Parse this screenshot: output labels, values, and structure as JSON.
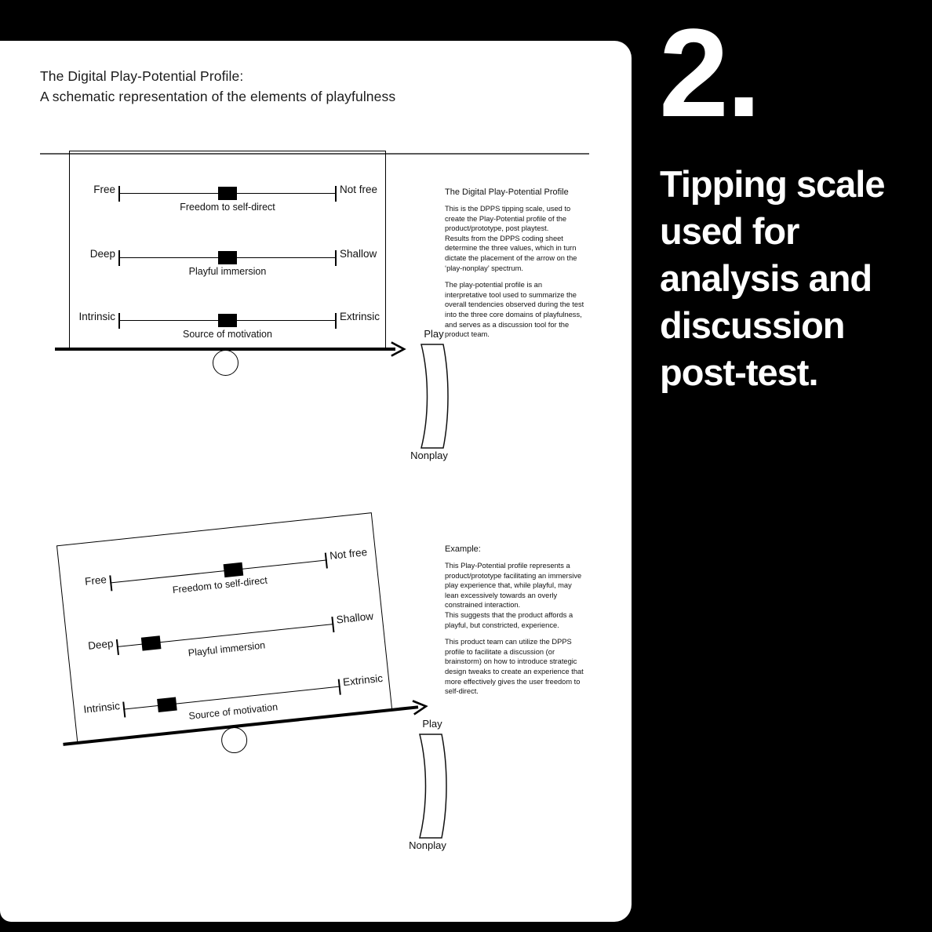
{
  "slide": {
    "header_line1": "The Digital Play-Potential Profile:",
    "header_line2": "A schematic representation of the elements of playfulness"
  },
  "right_panel": {
    "number": "2.",
    "title": "Tipping scale used for analysis and discussion post-test."
  },
  "scale_common": {
    "axes": [
      {
        "left_label": "Free",
        "right_label": "Not free",
        "name": "Freedom to self-direct"
      },
      {
        "left_label": "Deep",
        "right_label": "Shallow",
        "name": "Playful immersion"
      },
      {
        "left_label": "Intrinsic",
        "right_label": "Extrinsic",
        "name": "Source of motivation"
      }
    ],
    "arc_top_label": "Play",
    "arc_bottom_label": "Nonplay"
  },
  "figure_one": {
    "tilt_degrees": 0,
    "marker_positions_percent": [
      50,
      50,
      50
    ]
  },
  "figure_two": {
    "tilt_degrees": -6,
    "marker_positions_percent": [
      57,
      16,
      20
    ]
  },
  "description_one": {
    "title": "The Digital Play-Potential Profile",
    "paragraphs": [
      "This is the DPPS tipping scale, used to create the Play-Potential profile of the product/prototype, post playtest.\nResults from the DPPS coding sheet determine the three values, which in turn dictate the placement of the arrow on the ‘play-nonplay’ spectrum.",
      "The play-potential profile is an interpretative tool used to summarize the overall tendencies observed during the test into the three core domains of playfulness, and serves as a discussion tool for the product team."
    ]
  },
  "description_two": {
    "title": "Example:",
    "paragraphs": [
      "This Play-Potential profile represents a product/prototype facilitating an immersive play experience that, while playful, may lean excessively towards an overly constrained interaction.\nThis suggests that the product affords a playful, but constricted, experience.",
      "This product team can utilize the DPPS profile to facilitate a discussion (or brainstorm) on how to introduce strategic design tweaks to create an experience that more effectively gives the user freedom to self-direct."
    ]
  },
  "colors": {
    "page_background": "#000000",
    "card_background": "#ffffff",
    "ink": "#000000",
    "rule": "#5a5a5a",
    "panel_text": "#ffffff"
  }
}
